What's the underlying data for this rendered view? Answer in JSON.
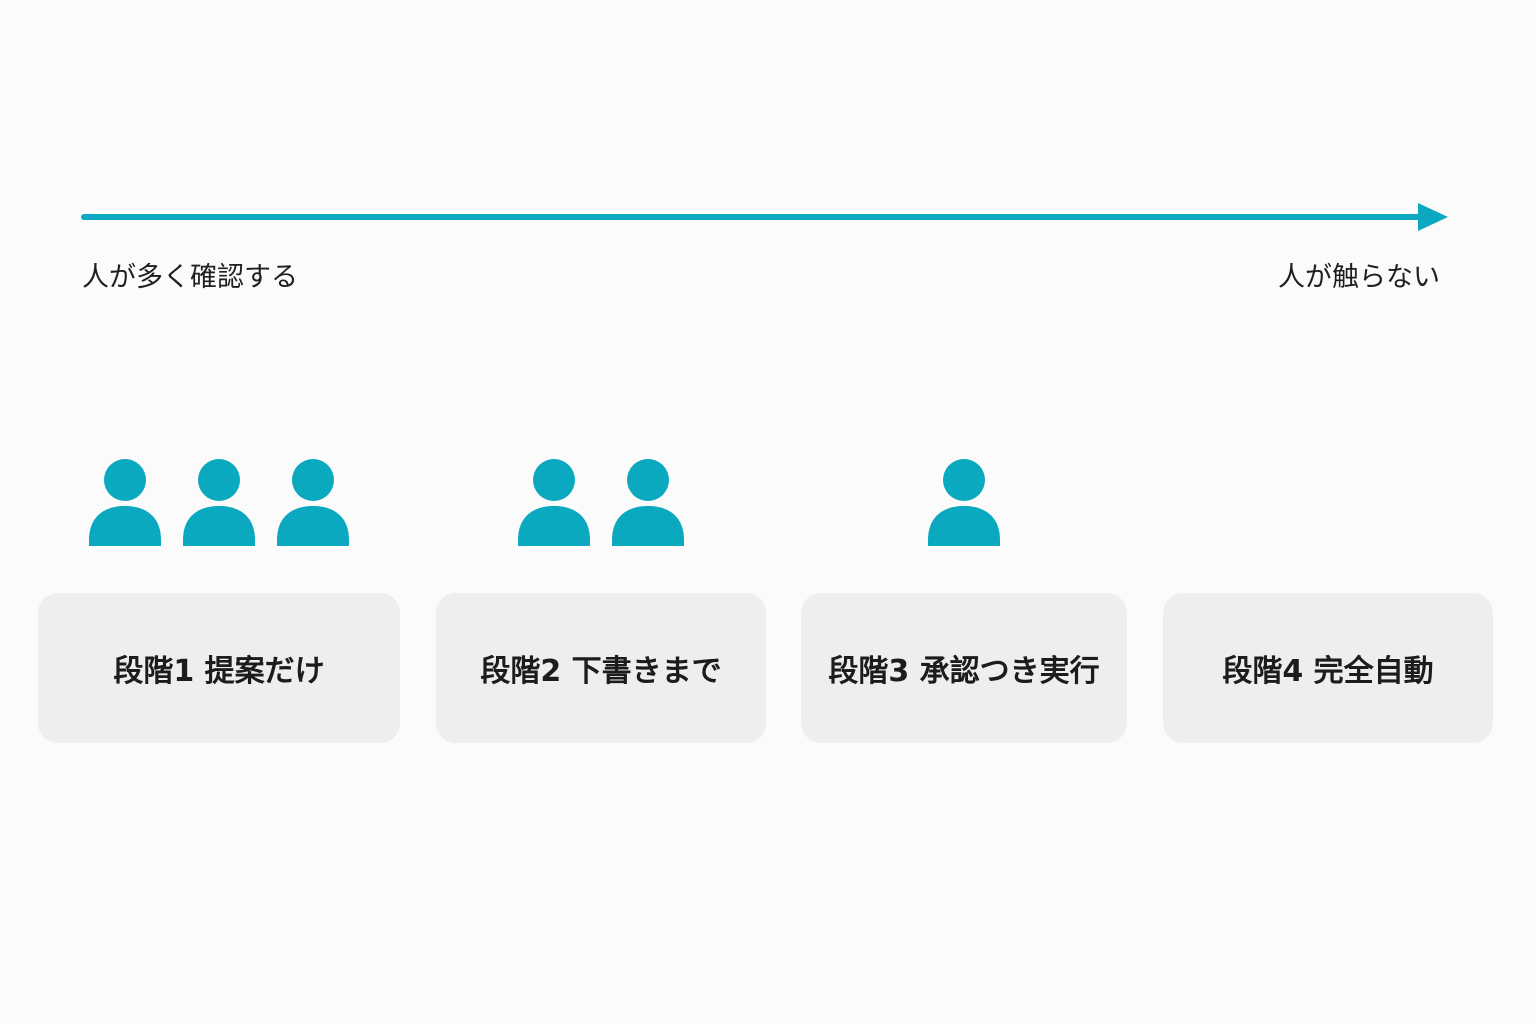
{
  "colors": {
    "accent": "#0aa9bf",
    "card_background": "#eeeeee",
    "page_background": "#fbfbfb",
    "text": "#1f1f1f"
  },
  "axis": {
    "left_label": "人が多く確認する",
    "right_label": "人が触らない"
  },
  "stages": [
    {
      "label": "段階1 提案だけ",
      "person_count": 3
    },
    {
      "label": "段階2 下書きまで",
      "person_count": 2
    },
    {
      "label": "段階3 承認つき実行",
      "person_count": 1
    },
    {
      "label": "段階4 完全自動",
      "person_count": 0
    }
  ],
  "icons": {
    "person": "person-icon",
    "arrow": "arrow-right-icon"
  }
}
